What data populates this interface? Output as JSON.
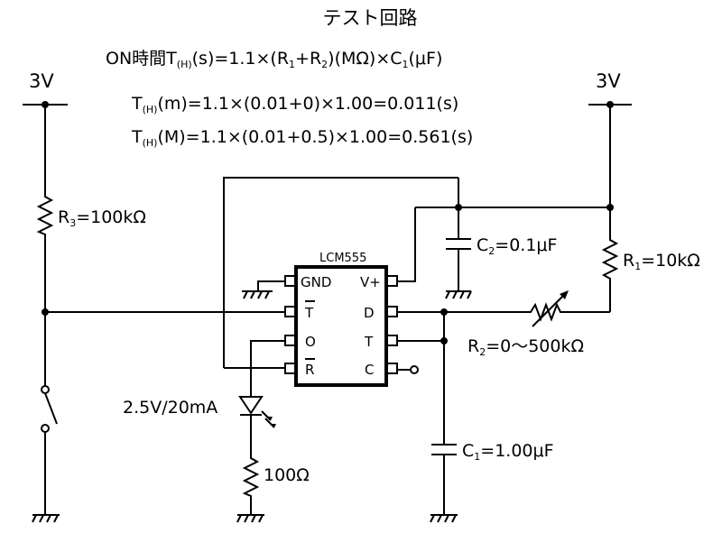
{
  "title": "テスト回路",
  "formula": {
    "main": {
      "a": "ON時間T",
      "sub": "(H)",
      "b": "(s)=1.1×(R",
      "s1": "1",
      "c": "+R",
      "s2": "2",
      "d": ")(MΩ)×C",
      "s3": "1",
      "e": "(μF)"
    },
    "min": {
      "a": "T",
      "sub": "(H)",
      "b": "(m)=1.1×(0.01+0)×1.00=0.011(s)"
    },
    "max": {
      "a": "T",
      "sub": "(H)",
      "b": "(M)=1.1×(0.01+0.5)×1.00=0.561(s)"
    }
  },
  "supply_left": "3V",
  "supply_right": "3V",
  "chip": {
    "name": "LCM555",
    "pins_left": [
      "GND",
      "T",
      "O",
      "R"
    ],
    "pins_right": [
      "V+",
      "D",
      "T",
      "C"
    ]
  },
  "components": {
    "r3": {
      "p": "R",
      "sub": "3",
      "v": "=100kΩ"
    },
    "r1": {
      "p": "R",
      "sub": "1",
      "v": "=10kΩ"
    },
    "r2": {
      "p": "R",
      "sub": "2",
      "v": "=0～500kΩ"
    },
    "c2": {
      "p": "C",
      "sub": "2",
      "v": "=0.1μF"
    },
    "c1": {
      "p": "C",
      "sub": "1",
      "v": "=1.00μF"
    },
    "led": "2.5V/20mA",
    "r_led": "100Ω"
  }
}
